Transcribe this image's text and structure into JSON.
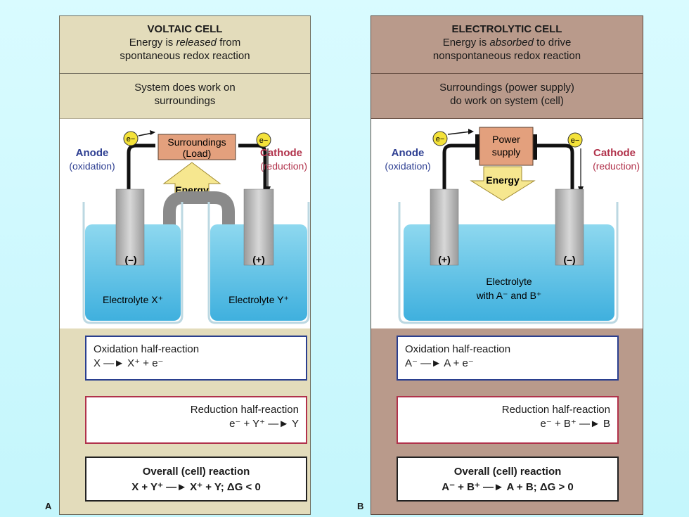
{
  "voltaic": {
    "title": "VOLTAIC CELL",
    "desc_pre": "Energy is ",
    "desc_em": "released",
    "desc_post": " from",
    "desc_line2": "spontaneous redox reaction",
    "system_line1": "System does work on",
    "system_line2": "surroundings",
    "electron": "e−",
    "load_line1": "Surroundings",
    "load_line2": "(Load)",
    "anode_label": "Anode",
    "anode_sub": "(oxidation)",
    "cathode_label": "Cathode",
    "cathode_sub": "(reduction)",
    "energy": "Energy",
    "left_sign": "(–)",
    "right_sign": "(+)",
    "left_electrolyte": "Electrolyte X⁺",
    "right_electrolyte": "Electrolyte Y⁺",
    "ox_title": "Oxidation half-reaction",
    "ox_eq": "X —► X⁺ + e⁻",
    "red_title": "Reduction half-reaction",
    "red_eq": "e⁻ + Y⁺ —► Y",
    "overall_title": "Overall (cell) reaction",
    "overall_eq": "X + Y⁺ —► X⁺ + Y; ΔG < 0",
    "panel_letter": "A"
  },
  "electrolytic": {
    "title": "ELECTROLYTIC CELL",
    "desc_pre": "Energy is ",
    "desc_em": "absorbed",
    "desc_post": " to drive",
    "desc_line2": "nonspontaneous redox reaction",
    "system_line1": "Surroundings (power supply)",
    "system_line2": "do work on system (cell)",
    "electron": "e−",
    "supply_line1": "Power",
    "supply_line2": "supply",
    "anode_label": "Anode",
    "anode_sub": "(oxidation)",
    "cathode_label": "Cathode",
    "cathode_sub": "(reduction)",
    "energy": "Energy",
    "left_sign": "(+)",
    "right_sign": "(–)",
    "electrolyte_line1": "Electrolyte",
    "electrolyte_line2": "with A⁻ and B⁺",
    "ox_title": "Oxidation half-reaction",
    "ox_eq": "A⁻ —► A + e⁻",
    "red_title": "Reduction half-reaction",
    "red_eq": "e⁻ + B⁺ —► B",
    "overall_title": "Overall (cell) reaction",
    "overall_eq": "A⁻ + B⁺ —► A + B; ΔG > 0",
    "panel_letter": "B"
  },
  "colors": {
    "voltaic_bg": "#e3dcbb",
    "electrolytic_bg": "#b99a8b",
    "anode_text": "#2e3f92",
    "cathode_text": "#b1324b",
    "electrolyte": "#6cc6e6",
    "electron_ball": "#f4e23a",
    "load_box": "#e3a07d",
    "energy_arrow": "#f6e78f"
  }
}
